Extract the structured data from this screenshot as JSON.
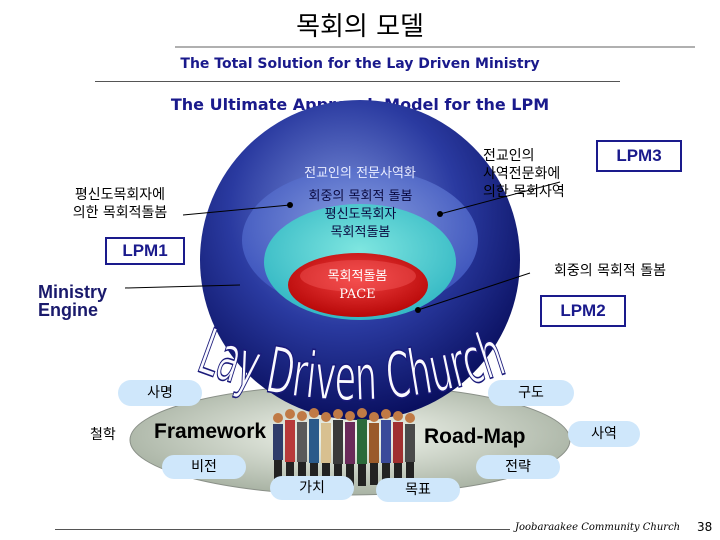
{
  "title": "목회의 모델",
  "subtitle": "The Total Solution for the Lay Driven Ministry",
  "heading": "The Ultimate Approach Model for the LPM",
  "left_note": [
    "평신도목회자에",
    "의한 목회적돌봄"
  ],
  "right_note": [
    "전교인의",
    "사역전문화에",
    "의한 목회사역"
  ],
  "sphere": {
    "layer1": "전교인의 전문사역화",
    "layer2": "회중의 목회적 돌봄",
    "layer3": [
      "평신도목회자",
      "목회적돌봄"
    ],
    "core": [
      "목회적돌봄",
      "PACE"
    ]
  },
  "lpm1": "LPM1",
  "lpm2": "LPM2",
  "lpm3": "LPM3",
  "congregation_note": "회중의 목회적 돌봄",
  "engine": [
    "Ministry",
    "Engine"
  ],
  "curved_text": "Lay Driven Church",
  "base": {
    "mission": "사명",
    "philosophy": "철학",
    "framework": "Framework",
    "vision": "비전",
    "value": "가치",
    "goal": "목표",
    "strategy": "전략",
    "roadmap": "Road-Map",
    "structure": "구도",
    "ministry": "사역"
  },
  "footer": "Joobaraakee Community Church",
  "page_number": "38"
}
